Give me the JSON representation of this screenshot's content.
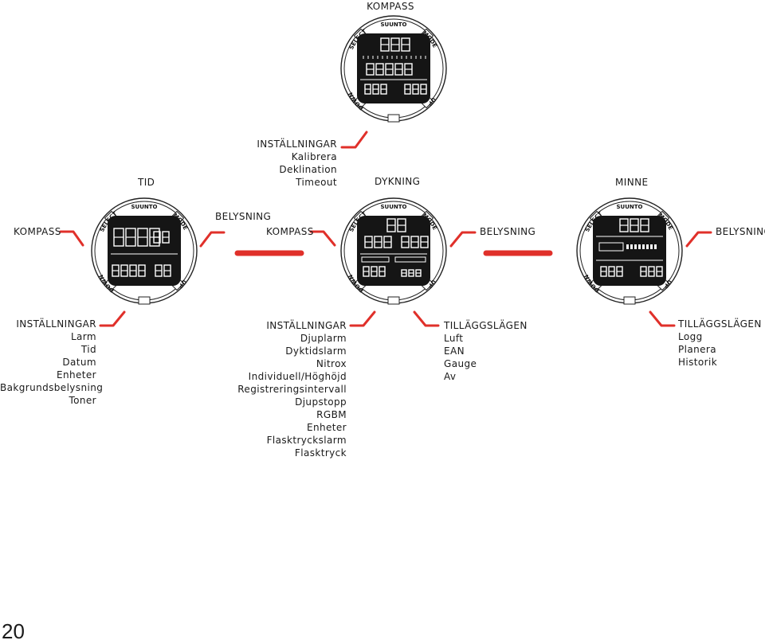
{
  "brand": "SUUNTO",
  "buttons": {
    "select": "SELECT",
    "mode": "MODE",
    "down": "DOWN",
    "up": "UP"
  },
  "top": {
    "title": "KOMPASS",
    "settings": {
      "heading": "INSTÄLLNINGAR",
      "items": [
        "Kalibrera",
        "Deklination",
        "Timeout"
      ]
    }
  },
  "time": {
    "title": "TID",
    "left_label": "KOMPASS",
    "right_label": "BELYSNING",
    "settings": {
      "heading": "INSTÄLLNINGAR",
      "items": [
        "Larm",
        "Tid",
        "Datum",
        "Enheter",
        "Bakgrundsbelysning",
        "Toner"
      ]
    }
  },
  "dive": {
    "title": "DYKNING",
    "left_label": "KOMPASS",
    "right_label": "BELYSNING",
    "settings": {
      "heading": "INSTÄLLNINGAR",
      "items": [
        "Djuplarm",
        "Dyktidslarm",
        "Nitrox",
        "Individuell/Höghöjd",
        "Registreringsintervall",
        "Djupstopp",
        "RGBM",
        "Enheter",
        "Flasktryckslarm",
        "Flasktryck"
      ]
    },
    "modes": {
      "heading": "TILLÄGGSLÄGEN",
      "items": [
        "Luft",
        "EAN",
        "Gauge",
        "Av"
      ]
    }
  },
  "memory": {
    "title": "MINNE",
    "right_label": "BELYSNING",
    "modes": {
      "heading": "TILLÄGGSLÄGEN",
      "items": [
        "Logg",
        "Planera",
        "Historik"
      ]
    }
  },
  "page_number": "20",
  "colors": {
    "accent": "#e0302a",
    "ink": "#1a1a1a"
  }
}
